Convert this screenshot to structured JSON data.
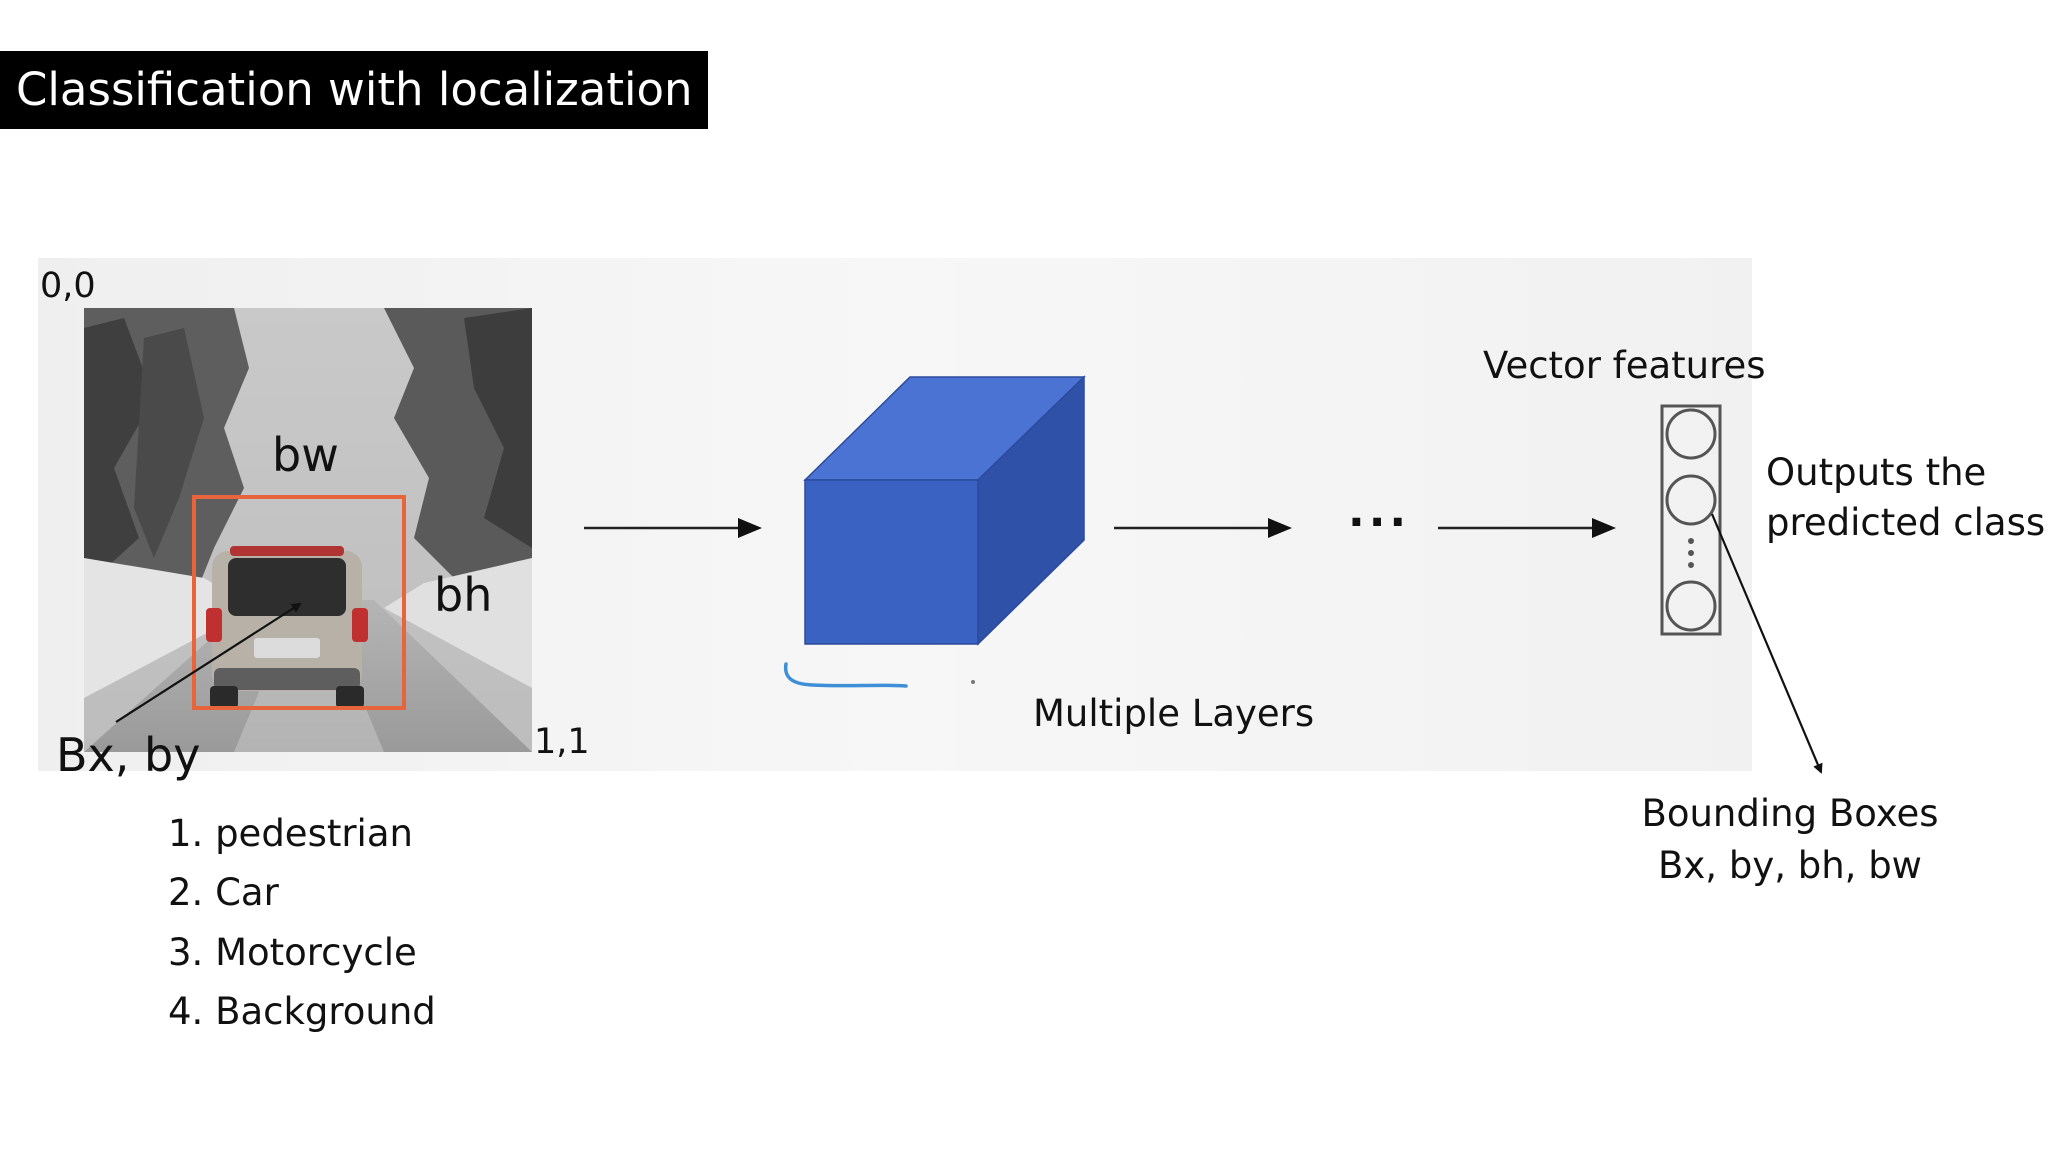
{
  "slide": {
    "title": "Classification with localization"
  },
  "image_labels": {
    "top_left": "0,0",
    "bottom_right": "1,1",
    "box_width": "bw",
    "box_height": "bh",
    "center": "Bx, by"
  },
  "network": {
    "caption": "Multiple Layers",
    "continuation": "...",
    "vector_label": "Vector features"
  },
  "outputs": {
    "class_line1": "Outputs the",
    "class_line2": "predicted class",
    "bbox_line1": "Bounding Boxes",
    "bbox_line2": "Bx, by, bh, bw"
  },
  "classes": [
    "1. pedestrian",
    "2. Car",
    "3. Motorcycle",
    "4. Background"
  ],
  "colors": {
    "bounding_box": "#e8643a",
    "cube_front": "#3a62c2",
    "cube_top": "#4b73d3",
    "cube_side": "#2f52a8",
    "title_bar": "#000000",
    "title_text": "#ffffff",
    "pen_mark": "#3f8fd6"
  },
  "icons": {
    "photo": "snowy-road-car-photo",
    "cube": "feature-volume-cube-icon",
    "vector": "vector-features-column-icon"
  }
}
